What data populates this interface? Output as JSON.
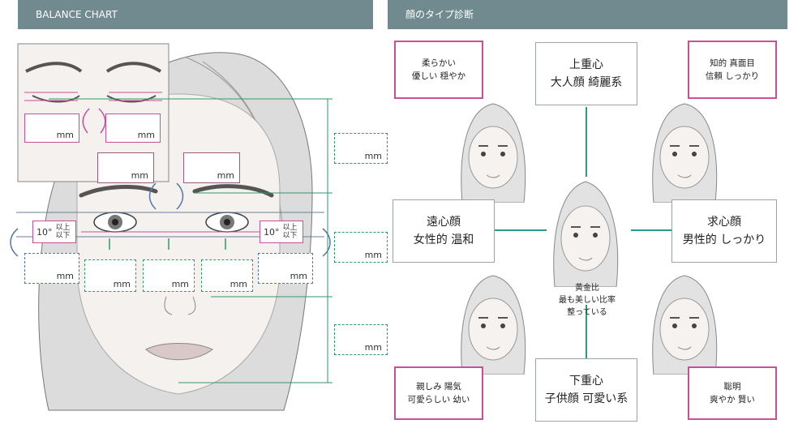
{
  "left_panel": {
    "header": "BALANCE CHART",
    "unit": "mm",
    "degree_label": "10°",
    "upper_label": "以上",
    "lower_label": "以下"
  },
  "right_panel": {
    "header": "顔のタイプ診断",
    "top": {
      "line1": "上重心",
      "line2": "大人顔 綺麗系"
    },
    "bottom": {
      "line1": "下重心",
      "line2": "子供顔 可愛い系"
    },
    "left": {
      "line1": "遠心顔",
      "line2": "女性的 温和"
    },
    "right": {
      "line1": "求心顔",
      "line2": "男性的 しっかり"
    },
    "center": {
      "line1": "黄金比",
      "line2": "最も美しい比率",
      "line3": "整っている"
    },
    "corner_tl": {
      "line1": "柔らかい",
      "line2": "優しい 穏やか"
    },
    "corner_tr": {
      "line1": "知的 真面目",
      "line2": "信頼 しっかり"
    },
    "corner_bl": {
      "line1": "親しみ 陽気",
      "line2": "可愛らしい 幼い"
    },
    "corner_br": {
      "line1": "聡明",
      "line2": "爽やか 賢い"
    }
  },
  "colors": {
    "header_bg": "#708a90",
    "pink": "#c8509a",
    "green": "#2e9a6a",
    "blue": "#5677a6",
    "teal_line": "#2a9a8a"
  }
}
